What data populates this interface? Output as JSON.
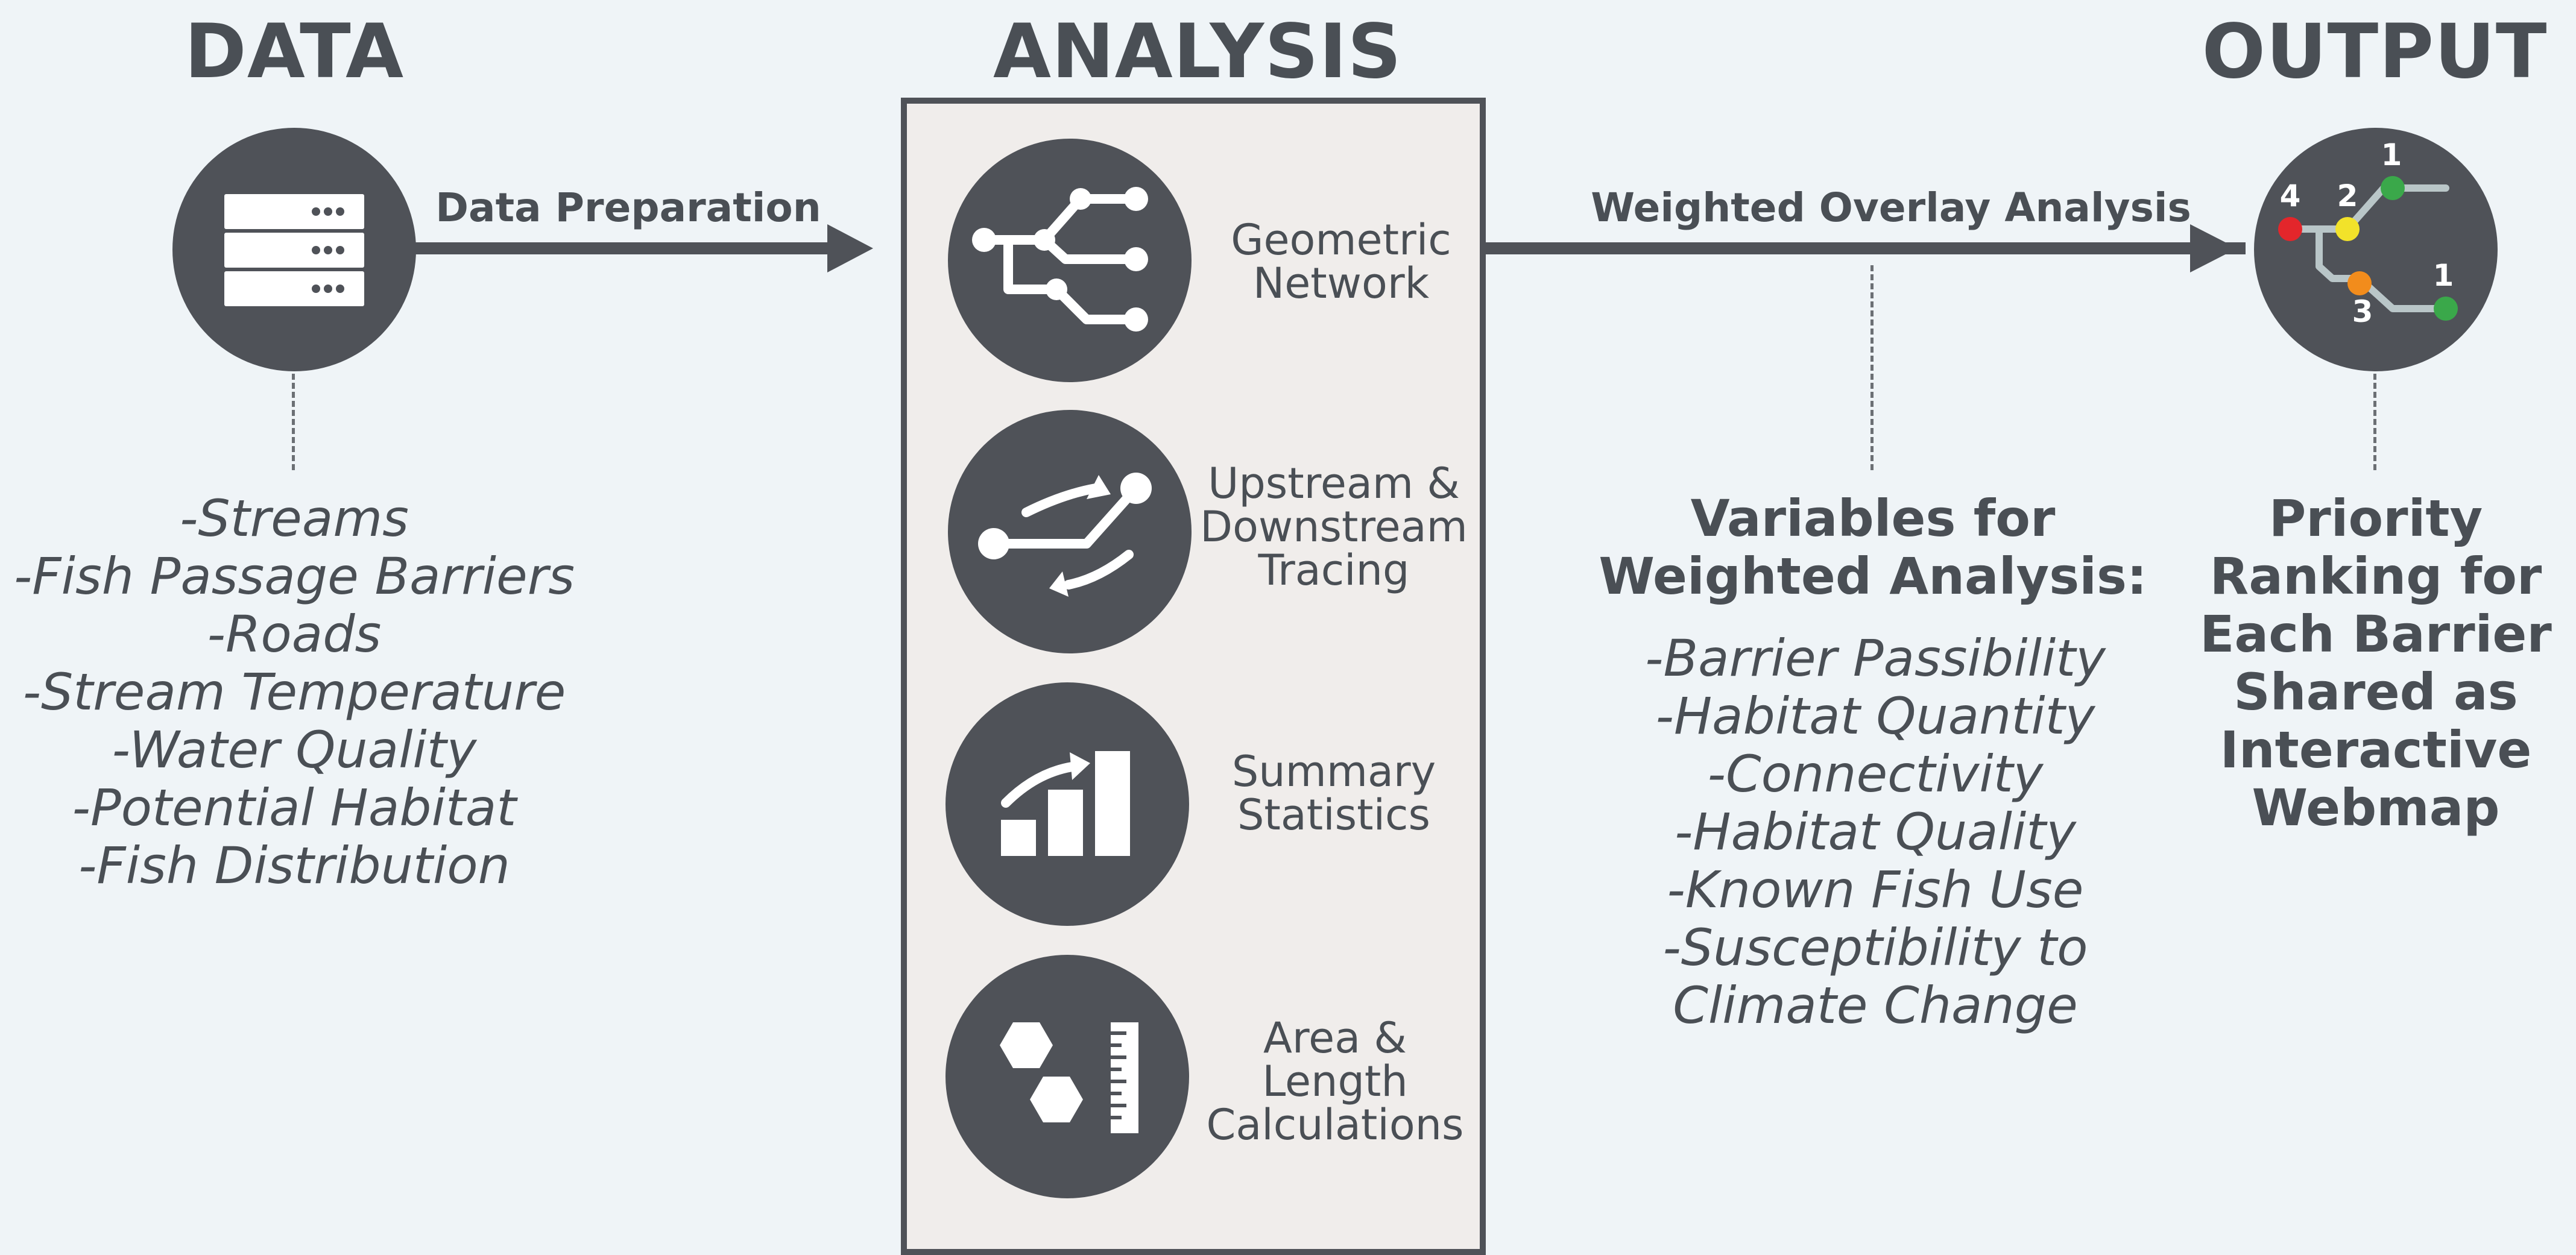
{
  "colors": {
    "background": "#eff4f7",
    "dark": "#4f5258",
    "text": "#4a4f55",
    "panel": "#f0edeb",
    "rank_red": "#e3262b",
    "rank_yellow": "#f2e22a",
    "rank_orange": "#f28c1c",
    "rank_green": "#3aa84a"
  },
  "headings": {
    "data": "DATA",
    "analysis": "ANALYSIS",
    "output": "OUTPUT"
  },
  "arrows": {
    "data_to_analysis": "Data Preparation",
    "analysis_to_output": "Weighted Overlay Analysis"
  },
  "data_inputs": [
    "-Streams",
    "-Fish Passage Barriers",
    "-Roads",
    "-Stream Temperature",
    "-Water Quality",
    "-Potential Habitat",
    "-Fish Distribution"
  ],
  "analysis_tools": [
    {
      "lines": [
        "Geometric",
        "Network"
      ],
      "icon": "network-icon"
    },
    {
      "lines": [
        "Upstream &",
        "Downstream",
        "Tracing"
      ],
      "icon": "tracing-icon"
    },
    {
      "lines": [
        "Summary",
        "Statistics"
      ],
      "icon": "bar-chart-icon"
    },
    {
      "lines": [
        "Area &",
        "Length",
        "Calculations"
      ],
      "icon": "hexagon-ruler-icon"
    }
  ],
  "variables": {
    "title_lines": [
      "Variables for",
      "Weighted Analysis:"
    ],
    "items": [
      "-Barrier Passibility",
      "-Habitat Quantity",
      "-Connectivity",
      "-Habitat Quality",
      "-Known Fish Use",
      "-Susceptibility to",
      "Climate Change"
    ]
  },
  "output": {
    "map_ranks": [
      "4",
      "2",
      "1",
      "3",
      "1"
    ],
    "description_lines": [
      "Priority",
      "Ranking for",
      "Each Barrier",
      "Shared as",
      "Interactive",
      "Webmap"
    ]
  }
}
